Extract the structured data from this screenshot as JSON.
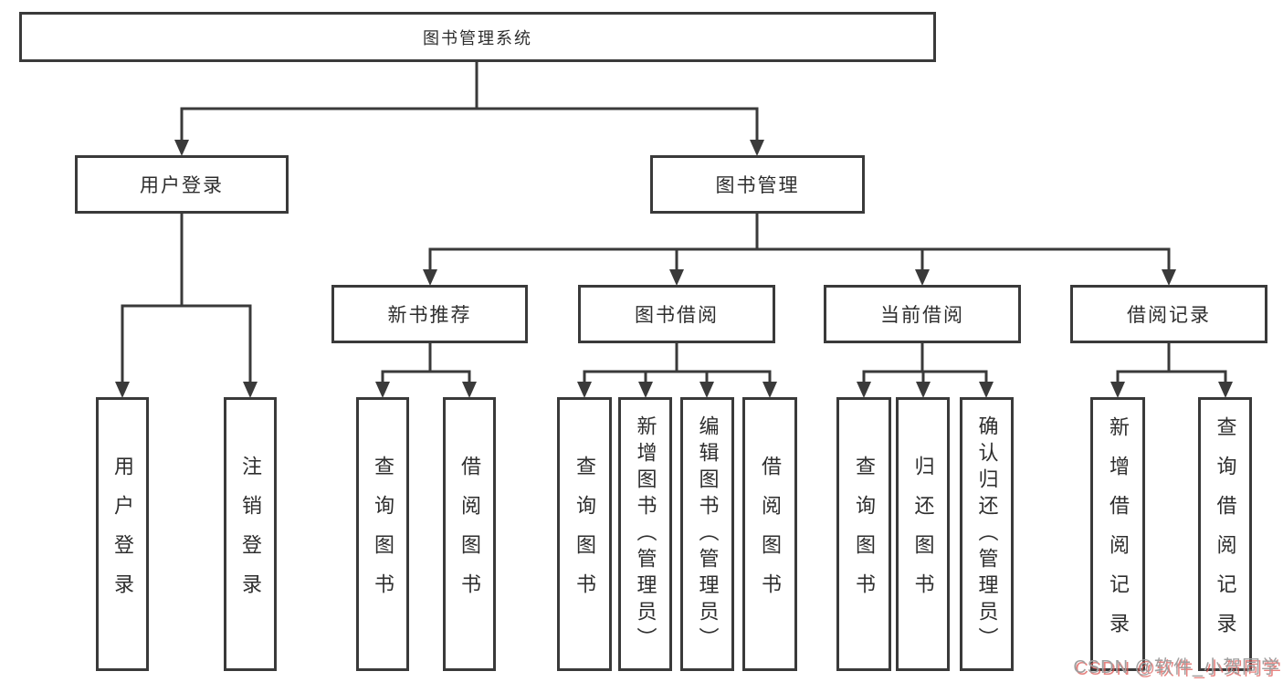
{
  "diagram_title": "图书管理系统",
  "tree": {
    "root": {
      "label": "图书管理系统",
      "children": [
        {
          "label": "用户登录",
          "children": [
            {
              "label": "用户登录"
            },
            {
              "label": "注销登录"
            }
          ]
        },
        {
          "label": "图书管理",
          "children": [
            {
              "label": "新书推荐",
              "children": [
                {
                  "label": "查询图书"
                },
                {
                  "label": "借阅图书"
                }
              ]
            },
            {
              "label": "图书借阅",
              "children": [
                {
                  "label": "查询图书"
                },
                {
                  "label": "新增图书（管理员）"
                },
                {
                  "label": "编辑图书（管理员）"
                },
                {
                  "label": "借阅图书"
                }
              ]
            },
            {
              "label": "当前借阅",
              "children": [
                {
                  "label": "查询图书"
                },
                {
                  "label": "归还图书"
                },
                {
                  "label": "确认归还（管理员）"
                }
              ]
            },
            {
              "label": "借阅记录",
              "children": [
                {
                  "label": "新增借阅记录"
                },
                {
                  "label": "查询借阅记录"
                }
              ]
            }
          ]
        }
      ]
    }
  },
  "watermark": {
    "text": "CSDN @软件_小贺同学"
  },
  "colors": {
    "line": "#3a3a3a",
    "text": "#2e2e2e",
    "background": "#ffffff",
    "watermark": "#9f9f9f",
    "watermark_shadow": "#de5a55"
  }
}
